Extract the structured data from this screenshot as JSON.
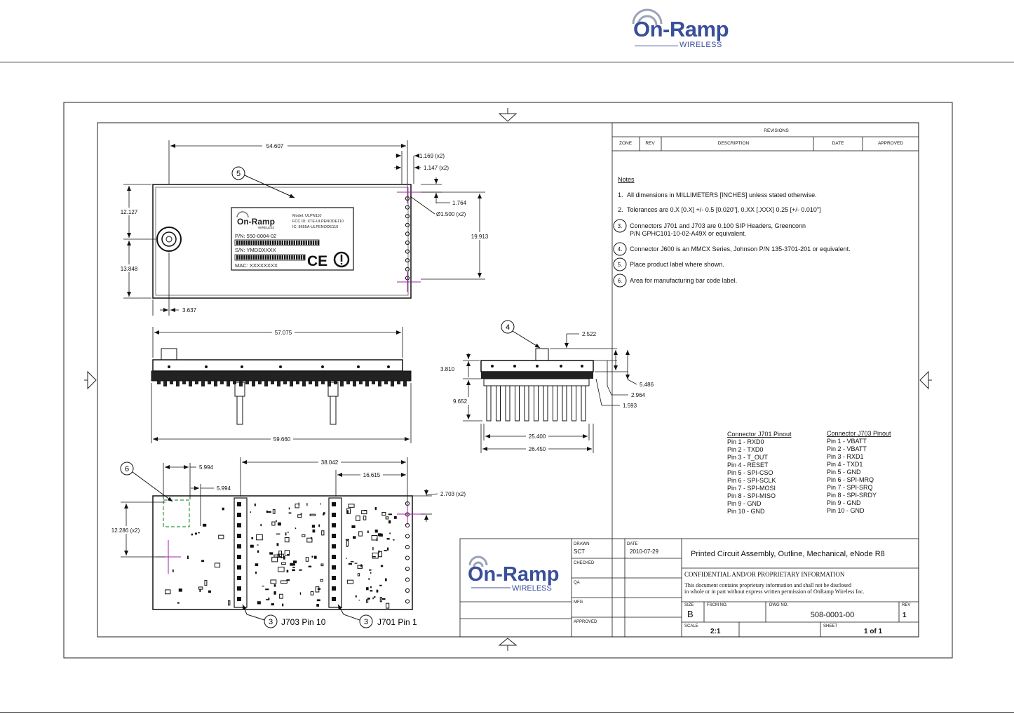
{
  "header": {
    "logo_main": "On-Ramp",
    "logo_sub": "WIRELESS"
  },
  "label": {
    "logo_main": "On-Ramp",
    "logo_sub": "WIRELESS",
    "model": "Model: ULPN110",
    "fcc": "FCC ID: XTE-ULPENODE110",
    "ic": "IC: 8655A-ULPENODE110",
    "pn": "P/N: 550-0004-02",
    "sn": "S/N: YMDDXXXX",
    "mac": "MAC: XXXXXXXX",
    "ce": "CE"
  },
  "dimensions": {
    "top_width": "54.607",
    "pin_a": "1.169 (x2)",
    "pin_b": "1.147 (x2)",
    "d_1764": "1.764",
    "hole": "Ø1.500 (x2)",
    "d_12127": "12.127",
    "d_13848": "13.848",
    "d_19913": "19.913",
    "d_3637": "3.637",
    "side_width": "57.075",
    "side_total": "59.660",
    "end_2522": "2.522",
    "end_3810": "3.810",
    "end_5486": "5.486",
    "end_2964": "2.964",
    "end_9652": "9.652",
    "end_1593": "1.593",
    "end_25400": "25.400",
    "end_26450": "26.450",
    "bot_5994a": "5.994",
    "bot_5994b": "5.994",
    "bot_38042": "38.042",
    "bot_16615": "16.615",
    "bot_2703": "2.703 (x2)",
    "bot_12286": "12.286 (x2)"
  },
  "callouts": {
    "c5": "5",
    "c4": "4",
    "c6": "6",
    "c3a": "3",
    "c3b": "3",
    "j703": "J703 Pin 10",
    "j701": "J701 Pin 1"
  },
  "revisions": {
    "title": "REVISIONS",
    "columns": [
      "ZONE",
      "REV",
      "DESCRIPTION",
      "DATE",
      "APPROVED"
    ]
  },
  "notes": {
    "heading": "Notes",
    "items": [
      {
        "num": "1.",
        "text": "All dimensions in MILLIMETERS [INCHES] unless stated otherwise."
      },
      {
        "num": "2.",
        "text": "Tolerances are 0.X [0.X] +/- 0.5 [0.020\"], 0.XX [.XXX] 0.25 [+/- 0.010\"]"
      },
      {
        "num": "3.",
        "text": "Connectors J701 and J703 are 0.100 SIP Headers, Greenconn",
        "text2": "P/N GPHC101-10-02-A49X or equivalent."
      },
      {
        "num": "4.",
        "text": "Connector J600 is an MMCX Series, Johnson P/N 135-3701-201 or equivalent."
      },
      {
        "num": "5.",
        "text": "Place product label where shown."
      },
      {
        "num": "6.",
        "text": "Area for manufacturing bar code label."
      }
    ]
  },
  "pinout_j701": {
    "title": "Connector J701 Pinout",
    "pins": [
      "Pin 1 - RXD0",
      "Pin 2 - TXD0",
      "Pin 3 - T_OUT",
      "Pin 4 - RESET",
      "Pin 5 - SPI-CSO",
      "Pin 6 - SPI-SCLK",
      "Pin 7 - SPI-MOSI",
      "Pin 8 - SPI-MISO",
      "Pin 9 - GND",
      "Pin 10 - GND"
    ]
  },
  "pinout_j703": {
    "title": "Connector J703 Pinout",
    "pins": [
      "Pin 1 - VBATT",
      "Pin 2 - VBATT",
      "Pin 3 - RXD1",
      "Pin 4 - TXD1",
      "Pin 5 - GND",
      "Pin 6 - SPI-MRQ",
      "Pin 7 - SPI-SRQ",
      "Pin 8 - SPI-SRDY",
      "Pin 9 - GND",
      "Pin 10 - GND"
    ]
  },
  "title_block": {
    "logo_main": "On-Ramp",
    "logo_sub": "WIRELESS",
    "drawn_label": "DRAWN",
    "drawn_value": "SCT",
    "date_label": "DATE",
    "date_value": "2010-07-29",
    "checked_label": "CHECKED",
    "qa_label": "QA",
    "mfg_label": "MFG",
    "approved_label": "APPROVED",
    "title": "Printed Circuit Assembly, Outline, Mechanical, eNode R8",
    "confidential": "CONFIDENTIAL AND/OR PROPRIETARY INFORMATION",
    "conf_line1": "This document contains proprietary information and shall not be disclosed",
    "conf_line2": "in whole or in part without express written permission of OnRamp Wireless Inc.",
    "size_label": "SIZE",
    "size_value": "B",
    "fscm_label": "FSCM NO.",
    "dwg_label": "DWG NO.",
    "dwg_value": "508-0001-00",
    "rev_label": "REV",
    "rev_value": "1",
    "scale_label": "SCALE",
    "scale_value": "2:1",
    "sheet_label": "SHEET",
    "sheet_value": "1 of 1"
  }
}
